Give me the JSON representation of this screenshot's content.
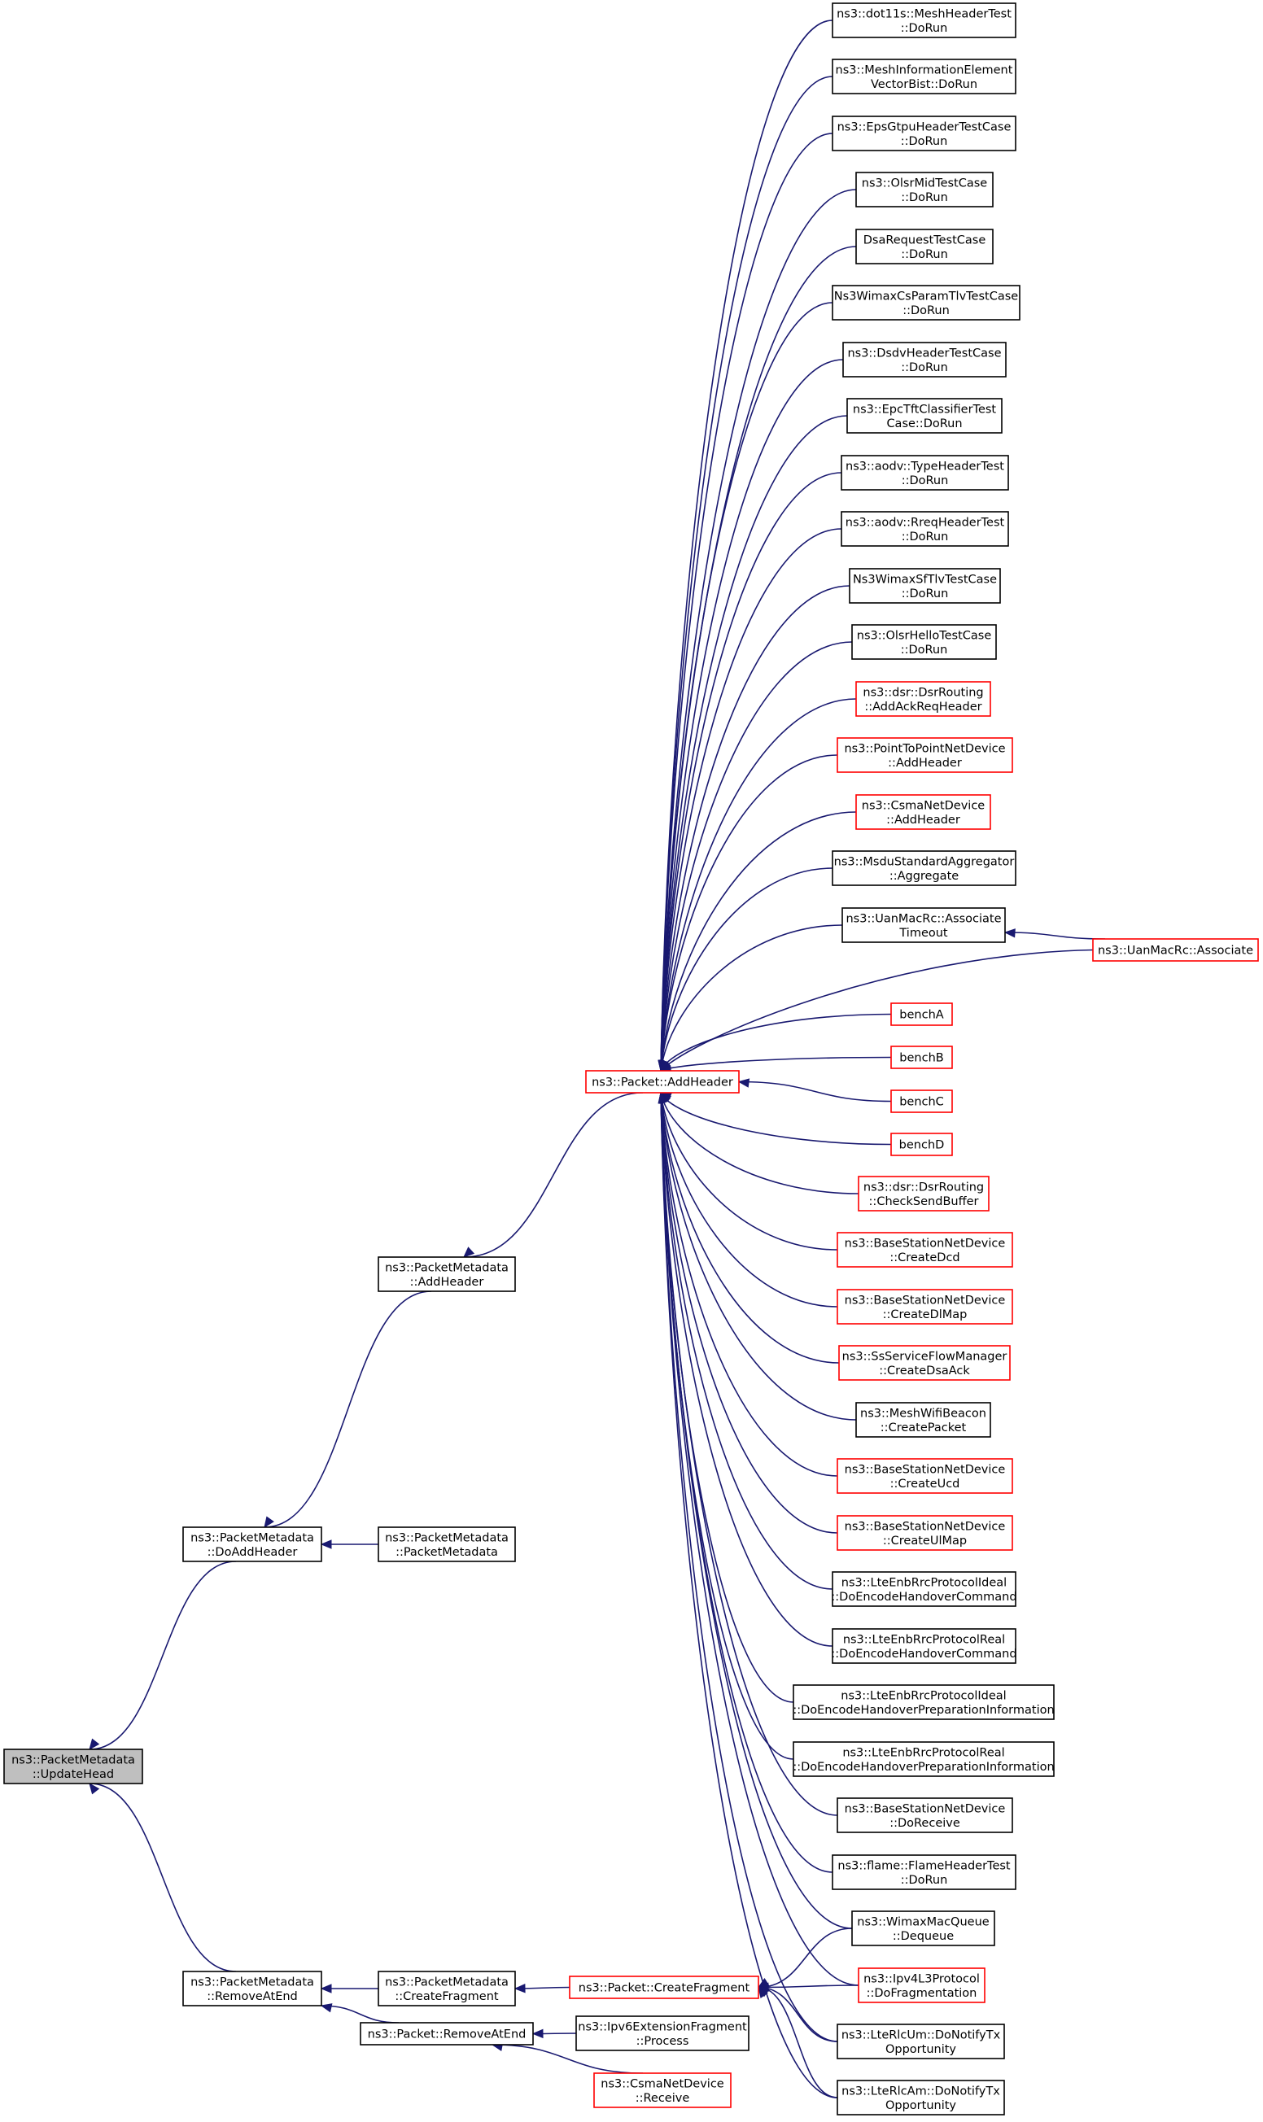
{
  "colors": {
    "edge": "#191970",
    "border_normal": "#000000",
    "border_truncated": "#ff0000",
    "fill_normal": "#ffffff",
    "fill_root": "#bfbfbf"
  },
  "nodes": [
    {
      "id": "root",
      "lines": [
        "ns3::PacketMetadata",
        "::UpdateHead"
      ],
      "style": "root"
    },
    {
      "id": "pm_doaddheader",
      "lines": [
        "ns3::PacketMetadata",
        "::DoAddHeader"
      ],
      "style": "normal"
    },
    {
      "id": "pm_removeatend",
      "lines": [
        "ns3::PacketMetadata",
        "::RemoveAtEnd"
      ],
      "style": "normal"
    },
    {
      "id": "pm_addheader",
      "lines": [
        "ns3::PacketMetadata",
        "::AddHeader"
      ],
      "style": "normal"
    },
    {
      "id": "pm_packetmetadata",
      "lines": [
        "ns3::PacketMetadata",
        "::PacketMetadata"
      ],
      "style": "normal"
    },
    {
      "id": "pm_createfragment",
      "lines": [
        "ns3::PacketMetadata",
        "::CreateFragment"
      ],
      "style": "normal"
    },
    {
      "id": "p_removeatend",
      "lines": [
        "ns3::Packet::RemoveAtEnd"
      ],
      "style": "normal"
    },
    {
      "id": "p_addheader",
      "lines": [
        "ns3::Packet::AddHeader"
      ],
      "style": "truncated"
    },
    {
      "id": "p_createfragment",
      "lines": [
        "ns3::Packet::CreateFragment"
      ],
      "style": "truncated"
    },
    {
      "id": "ipv6ext",
      "lines": [
        "ns3::Ipv6ExtensionFragment",
        "::Process"
      ],
      "style": "normal"
    },
    {
      "id": "csma_receive",
      "lines": [
        "ns3::CsmaNetDevice",
        "::Receive"
      ],
      "style": "truncated"
    },
    {
      "id": "c01",
      "lines": [
        "ns3::dot11s::MeshHeaderTest",
        "::DoRun"
      ],
      "style": "normal"
    },
    {
      "id": "c02",
      "lines": [
        "ns3::MeshInformationElement",
        "VectorBist::DoRun"
      ],
      "style": "normal"
    },
    {
      "id": "c03",
      "lines": [
        "ns3::EpsGtpuHeaderTestCase",
        "::DoRun"
      ],
      "style": "normal"
    },
    {
      "id": "c04",
      "lines": [
        "ns3::OlsrMidTestCase",
        "::DoRun"
      ],
      "style": "normal"
    },
    {
      "id": "c05",
      "lines": [
        "DsaRequestTestCase",
        "::DoRun"
      ],
      "style": "normal"
    },
    {
      "id": "c06",
      "lines": [
        "Ns3WimaxCsParamTlvTestCase",
        "::DoRun"
      ],
      "style": "normal"
    },
    {
      "id": "c07",
      "lines": [
        "ns3::DsdvHeaderTestCase",
        "::DoRun"
      ],
      "style": "normal"
    },
    {
      "id": "c08",
      "lines": [
        "ns3::EpcTftClassifierTest",
        "Case::DoRun"
      ],
      "style": "normal"
    },
    {
      "id": "c09",
      "lines": [
        "ns3::aodv::TypeHeaderTest",
        "::DoRun"
      ],
      "style": "normal"
    },
    {
      "id": "c10",
      "lines": [
        "ns3::aodv::RreqHeaderTest",
        "::DoRun"
      ],
      "style": "normal"
    },
    {
      "id": "c11",
      "lines": [
        "Ns3WimaxSfTlvTestCase",
        "::DoRun"
      ],
      "style": "normal"
    },
    {
      "id": "c12",
      "lines": [
        "ns3::OlsrHelloTestCase",
        "::DoRun"
      ],
      "style": "normal"
    },
    {
      "id": "c13",
      "lines": [
        "ns3::dsr::DsrRouting",
        "::AddAckReqHeader"
      ],
      "style": "truncated"
    },
    {
      "id": "c14",
      "lines": [
        "ns3::PointToPointNetDevice",
        "::AddHeader"
      ],
      "style": "truncated"
    },
    {
      "id": "c15",
      "lines": [
        "ns3::CsmaNetDevice",
        "::AddHeader"
      ],
      "style": "truncated"
    },
    {
      "id": "c16",
      "lines": [
        "ns3::MsduStandardAggregator",
        "::Aggregate"
      ],
      "style": "normal"
    },
    {
      "id": "c17",
      "lines": [
        "ns3::UanMacRc::Associate",
        "Timeout"
      ],
      "style": "normal"
    },
    {
      "id": "uan_associate",
      "lines": [
        "ns3::UanMacRc::Associate"
      ],
      "style": "truncated"
    },
    {
      "id": "c18",
      "lines": [
        "benchA"
      ],
      "style": "truncated"
    },
    {
      "id": "c19",
      "lines": [
        "benchB"
      ],
      "style": "truncated"
    },
    {
      "id": "c20",
      "lines": [
        "benchC"
      ],
      "style": "truncated"
    },
    {
      "id": "c21",
      "lines": [
        "benchD"
      ],
      "style": "truncated"
    },
    {
      "id": "c22",
      "lines": [
        "ns3::dsr::DsrRouting",
        "::CheckSendBuffer"
      ],
      "style": "truncated"
    },
    {
      "id": "c23",
      "lines": [
        "ns3::BaseStationNetDevice",
        "::CreateDcd"
      ],
      "style": "truncated"
    },
    {
      "id": "c24",
      "lines": [
        "ns3::BaseStationNetDevice",
        "::CreateDlMap"
      ],
      "style": "truncated"
    },
    {
      "id": "c25",
      "lines": [
        "ns3::SsServiceFlowManager",
        "::CreateDsaAck"
      ],
      "style": "truncated"
    },
    {
      "id": "c26",
      "lines": [
        "ns3::MeshWifiBeacon",
        "::CreatePacket"
      ],
      "style": "normal"
    },
    {
      "id": "c27",
      "lines": [
        "ns3::BaseStationNetDevice",
        "::CreateUcd"
      ],
      "style": "truncated"
    },
    {
      "id": "c28",
      "lines": [
        "ns3::BaseStationNetDevice",
        "::CreateUlMap"
      ],
      "style": "truncated"
    },
    {
      "id": "c29",
      "lines": [
        "ns3::LteEnbRrcProtocolIdeal",
        "::DoEncodeHandoverCommand"
      ],
      "style": "normal"
    },
    {
      "id": "c30",
      "lines": [
        "ns3::LteEnbRrcProtocolReal",
        "::DoEncodeHandoverCommand"
      ],
      "style": "normal"
    },
    {
      "id": "c31",
      "lines": [
        "ns3::LteEnbRrcProtocolIdeal",
        "::DoEncodeHandoverPreparationInformation"
      ],
      "style": "normal"
    },
    {
      "id": "c32",
      "lines": [
        "ns3::LteEnbRrcProtocolReal",
        "::DoEncodeHandoverPreparationInformation"
      ],
      "style": "normal"
    },
    {
      "id": "c33",
      "lines": [
        "ns3::BaseStationNetDevice",
        "::DoReceive"
      ],
      "style": "normal"
    },
    {
      "id": "c34",
      "lines": [
        "ns3::flame::FlameHeaderTest",
        "::DoRun"
      ],
      "style": "normal"
    },
    {
      "id": "c35",
      "lines": [
        "ns3::WimaxMacQueue",
        "::Dequeue"
      ],
      "style": "normal"
    },
    {
      "id": "c36",
      "lines": [
        "ns3::Ipv4L3Protocol",
        "::DoFragmentation"
      ],
      "style": "truncated"
    },
    {
      "id": "c37",
      "lines": [
        "ns3::LteRlcUm::DoNotifyTx",
        "Opportunity"
      ],
      "style": "normal"
    },
    {
      "id": "c38",
      "lines": [
        "ns3::LteRlcAm::DoNotifyTx",
        "Opportunity"
      ],
      "style": "normal"
    }
  ],
  "edges": [
    {
      "from": "pm_doaddheader",
      "to": "root"
    },
    {
      "from": "pm_removeatend",
      "to": "root"
    },
    {
      "from": "pm_addheader",
      "to": "pm_doaddheader"
    },
    {
      "from": "pm_packetmetadata",
      "to": "pm_doaddheader"
    },
    {
      "from": "pm_createfragment",
      "to": "pm_removeatend"
    },
    {
      "from": "p_removeatend",
      "to": "pm_removeatend"
    },
    {
      "from": "p_addheader",
      "to": "pm_addheader"
    },
    {
      "from": "p_createfragment",
      "to": "pm_createfragment"
    },
    {
      "from": "ipv6ext",
      "to": "p_removeatend"
    },
    {
      "from": "csma_receive",
      "to": "p_removeatend"
    },
    {
      "from": "c01",
      "to": "p_addheader"
    },
    {
      "from": "c02",
      "to": "p_addheader"
    },
    {
      "from": "c03",
      "to": "p_addheader"
    },
    {
      "from": "c04",
      "to": "p_addheader"
    },
    {
      "from": "c05",
      "to": "p_addheader"
    },
    {
      "from": "c06",
      "to": "p_addheader"
    },
    {
      "from": "c07",
      "to": "p_addheader"
    },
    {
      "from": "c08",
      "to": "p_addheader"
    },
    {
      "from": "c09",
      "to": "p_addheader"
    },
    {
      "from": "c10",
      "to": "p_addheader"
    },
    {
      "from": "c11",
      "to": "p_addheader"
    },
    {
      "from": "c12",
      "to": "p_addheader"
    },
    {
      "from": "c13",
      "to": "p_addheader"
    },
    {
      "from": "c14",
      "to": "p_addheader"
    },
    {
      "from": "c15",
      "to": "p_addheader"
    },
    {
      "from": "c16",
      "to": "p_addheader"
    },
    {
      "from": "c17",
      "to": "p_addheader"
    },
    {
      "from": "uan_associate",
      "to": "c17"
    },
    {
      "from": "uan_associate",
      "to": "p_addheader"
    },
    {
      "from": "c18",
      "to": "p_addheader"
    },
    {
      "from": "c19",
      "to": "p_addheader"
    },
    {
      "from": "c20",
      "to": "p_addheader"
    },
    {
      "from": "c21",
      "to": "p_addheader"
    },
    {
      "from": "c22",
      "to": "p_addheader"
    },
    {
      "from": "c23",
      "to": "p_addheader"
    },
    {
      "from": "c24",
      "to": "p_addheader"
    },
    {
      "from": "c25",
      "to": "p_addheader"
    },
    {
      "from": "c26",
      "to": "p_addheader"
    },
    {
      "from": "c27",
      "to": "p_addheader"
    },
    {
      "from": "c28",
      "to": "p_addheader"
    },
    {
      "from": "c29",
      "to": "p_addheader"
    },
    {
      "from": "c30",
      "to": "p_addheader"
    },
    {
      "from": "c31",
      "to": "p_addheader"
    },
    {
      "from": "c32",
      "to": "p_addheader"
    },
    {
      "from": "c33",
      "to": "p_addheader"
    },
    {
      "from": "c34",
      "to": "p_addheader"
    },
    {
      "from": "c35",
      "to": "p_addheader"
    },
    {
      "from": "c36",
      "to": "p_addheader"
    },
    {
      "from": "c37",
      "to": "p_addheader"
    },
    {
      "from": "c38",
      "to": "p_addheader"
    },
    {
      "from": "c35",
      "to": "p_createfragment"
    },
    {
      "from": "c36",
      "to": "p_createfragment"
    },
    {
      "from": "c37",
      "to": "p_createfragment"
    },
    {
      "from": "c38",
      "to": "p_createfragment"
    }
  ]
}
